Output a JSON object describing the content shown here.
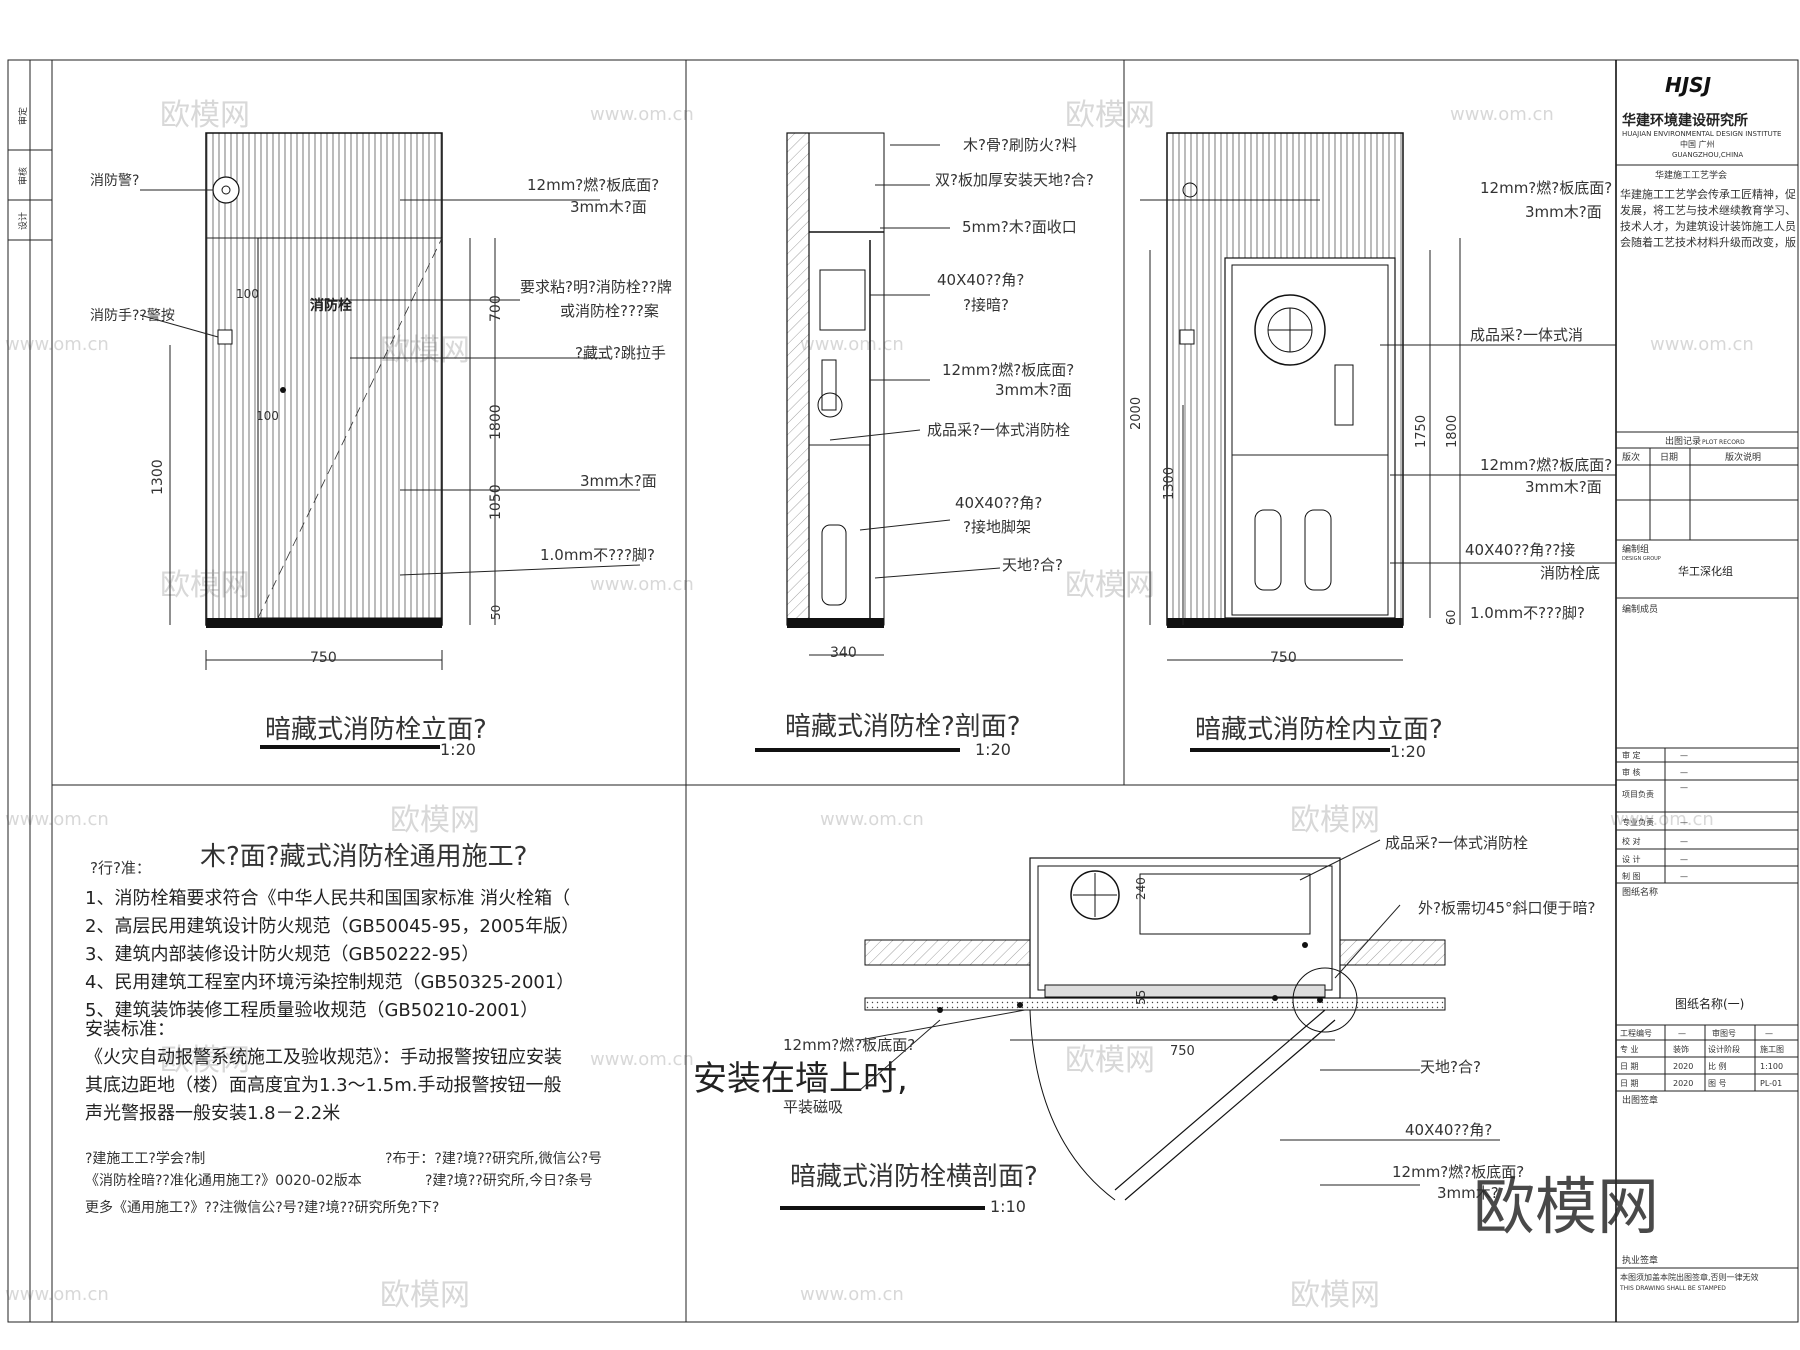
{
  "left_strip": [
    "审定",
    "审核",
    "设计"
  ],
  "title_block": {
    "logo": "HJSJ",
    "institute_cn": "华建环境建设研究所",
    "institute_en": "HUAJIAN ENVIRONMENTAL DESIGN INSTITUTE",
    "location_cn": "中国 广州",
    "location_en": "GUANGZHOU,CHINA",
    "society": "华建施工工艺学会",
    "intro_lines": [
      "华建施工工艺学会传承工匠精神，促",
      "发展，将工艺与技术继续教育学习、",
      "技术人才，为建筑设计装饰施工人员",
      "会随着工艺技术材料升级而改变，版"
    ],
    "issue_record": "出图记录",
    "issue_record_en": "PLOT RECORD",
    "issue_cols": [
      "版次",
      "日期",
      "版次说明"
    ],
    "design_group_label": "编制组",
    "design_group_sub": "DESIGN GROUP",
    "design_group_value": "华工深化组",
    "members_label": "编制成员",
    "sign_rows": [
      {
        "label": "审  定",
        "value": "—"
      },
      {
        "label": "审  核",
        "value": "—"
      },
      {
        "label": "项目负责",
        "value": "—"
      },
      {
        "label": "专业负责",
        "value": "—"
      },
      {
        "label": "校  对",
        "value": "—"
      },
      {
        "label": "设  计",
        "value": "—"
      },
      {
        "label": "制  图",
        "value": "—"
      }
    ],
    "drawing_name_label": "图纸名称",
    "drawing_name": "图纸名称(一)",
    "info_rows": [
      [
        "工程编号",
        "—",
        "审图号",
        "—"
      ],
      [
        "专  业",
        "装饰",
        "设计阶段",
        "施工图"
      ],
      [
        "日  期",
        "2020",
        "比  例",
        "1:100"
      ],
      [
        "日  期",
        "2020",
        "图  号",
        "PL-01"
      ]
    ],
    "stamp_label": "出图签章",
    "stamp_text": "执业签章",
    "footer_note": "本图须加盖本院出图签章,否则一律无效",
    "footer_sub": "THIS DRAWING SHALL BE STAMPED"
  },
  "view1": {
    "title": "暗藏式消防栓立面?",
    "scale": "1:20",
    "labels": [
      "消防警?",
      "消防手??警按",
      "消防栓",
      "12mm?燃?板底面?",
      "3mm木?面",
      "要求粘?明?消防栓??牌",
      "或消防栓???案",
      "?藏式?跳拉手",
      "3mm木?面",
      "1.0mm不???脚?"
    ],
    "dims": [
      "100",
      "100",
      "1300",
      "700",
      "1800",
      "1050",
      "50",
      "750"
    ]
  },
  "view2": {
    "title": "暗藏式消防栓?剖面?",
    "scale": "1:20",
    "labels": [
      "木?骨?刷防火?料",
      "双?板加厚安装天地?合?",
      "5mm?木?面收口",
      "40X40??角?",
      "?接暗?",
      "12mm?燃?板底面?",
      "3mm木?面",
      "成品采?一体式消防栓",
      "40X40??角?",
      "?接地脚架",
      "天地?合?"
    ],
    "dims": [
      "340"
    ]
  },
  "view3": {
    "title": "暗藏式消防栓内立面?",
    "scale": "1:20",
    "labels": [
      "12mm?燃?板底面?",
      "3mm木?面",
      "成品采?一体式消",
      "12mm?燃?板底面?",
      "3mm木?面",
      "40X40??角??接",
      "消防栓底",
      "1.0mm不???脚?"
    ],
    "dims": [
      "2000",
      "1300",
      "1750",
      "1800",
      "60",
      "750"
    ]
  },
  "view4": {
    "title": "暗藏式消防栓横剖面?",
    "scale": "1:10",
    "labels": [
      "成品采?一体式消防栓",
      "外?板需切45°斜口便于暗?",
      "12mm?燃?板底面?",
      "平装磁吸",
      "天地?合?",
      "40X40??角?",
      "12mm?燃?板底面?",
      "3mm木?"
    ],
    "dims": [
      "240",
      "55",
      "750"
    ],
    "big_note": "安装在墙上时,"
  },
  "notes": {
    "std_label": "?行?准：",
    "heading": "木?面?藏式消防栓通用施工?",
    "items": [
      "1、消防栓箱要求符合《中华人民共和国国家标准 消火栓箱（",
      "2、高层民用建筑设计防火规范（GB50045-95，2005年版）",
      "3、建筑内部装修设计防火规范（GB50222-95）",
      "4、民用建筑工程室内环境污染控制规范（GB50325-2001）",
      "5、建筑装饰装修工程质量验收规范（GB50210-2001）"
    ],
    "install_label": "安装标准：",
    "install_lines": [
      "《火灾自动报警系统施工及验收规范》：手动报警按钮应安装",
      "其底边距地（楼）面高度宜为1.3～1.5m.手动报警按钮一般",
      "声光警报器一般安装1.8－2.2米"
    ],
    "footer_lines": [
      "?建施工工?学会?制",
      "?布于：?建?境??研究所,微信公?号",
      "《消防栓暗??准化通用施工?》0020-02版本",
      "?建?境??研究所,今日?条号",
      "更多《通用施工?》??注微信公?号?建?境??研究所免?下?"
    ]
  },
  "watermark": {
    "brand": "欧模网",
    "url": "www.om.cn"
  }
}
